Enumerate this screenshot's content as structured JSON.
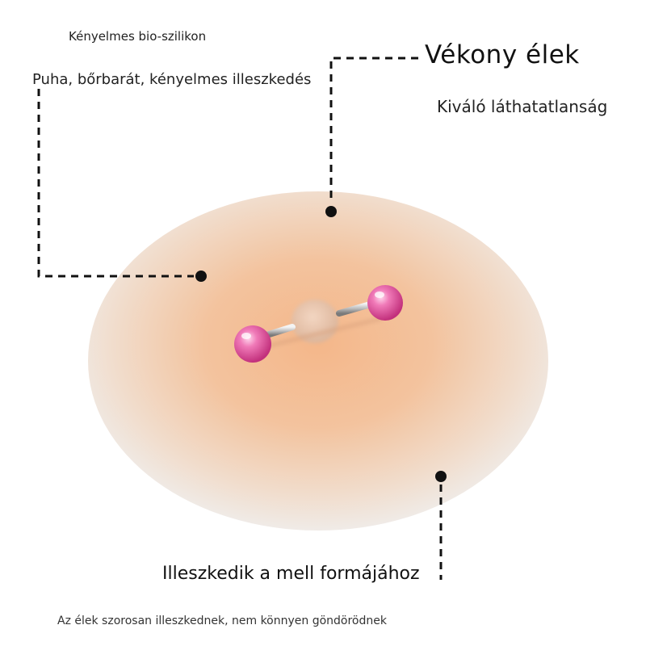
{
  "features": {
    "top_left": {
      "title": "Kényelmes bio-szilikon",
      "subtitle": "Puha, bőrbarát, kényelmes illeszkedés"
    },
    "top_right": {
      "title": "Vékony élek",
      "subtitle": "Kiváló láthatatlanság"
    },
    "bottom_right": {
      "title": "Illeszkedik a mell formájához"
    },
    "bottom_note": "Az élek szorosan illeszkednek, nem könnyen göndörödnek"
  },
  "colors": {
    "pad_center": "#f2b98c",
    "pad_edge": "#f1ebe6",
    "pearl": "#e8519d",
    "leader_line": "#111111"
  }
}
